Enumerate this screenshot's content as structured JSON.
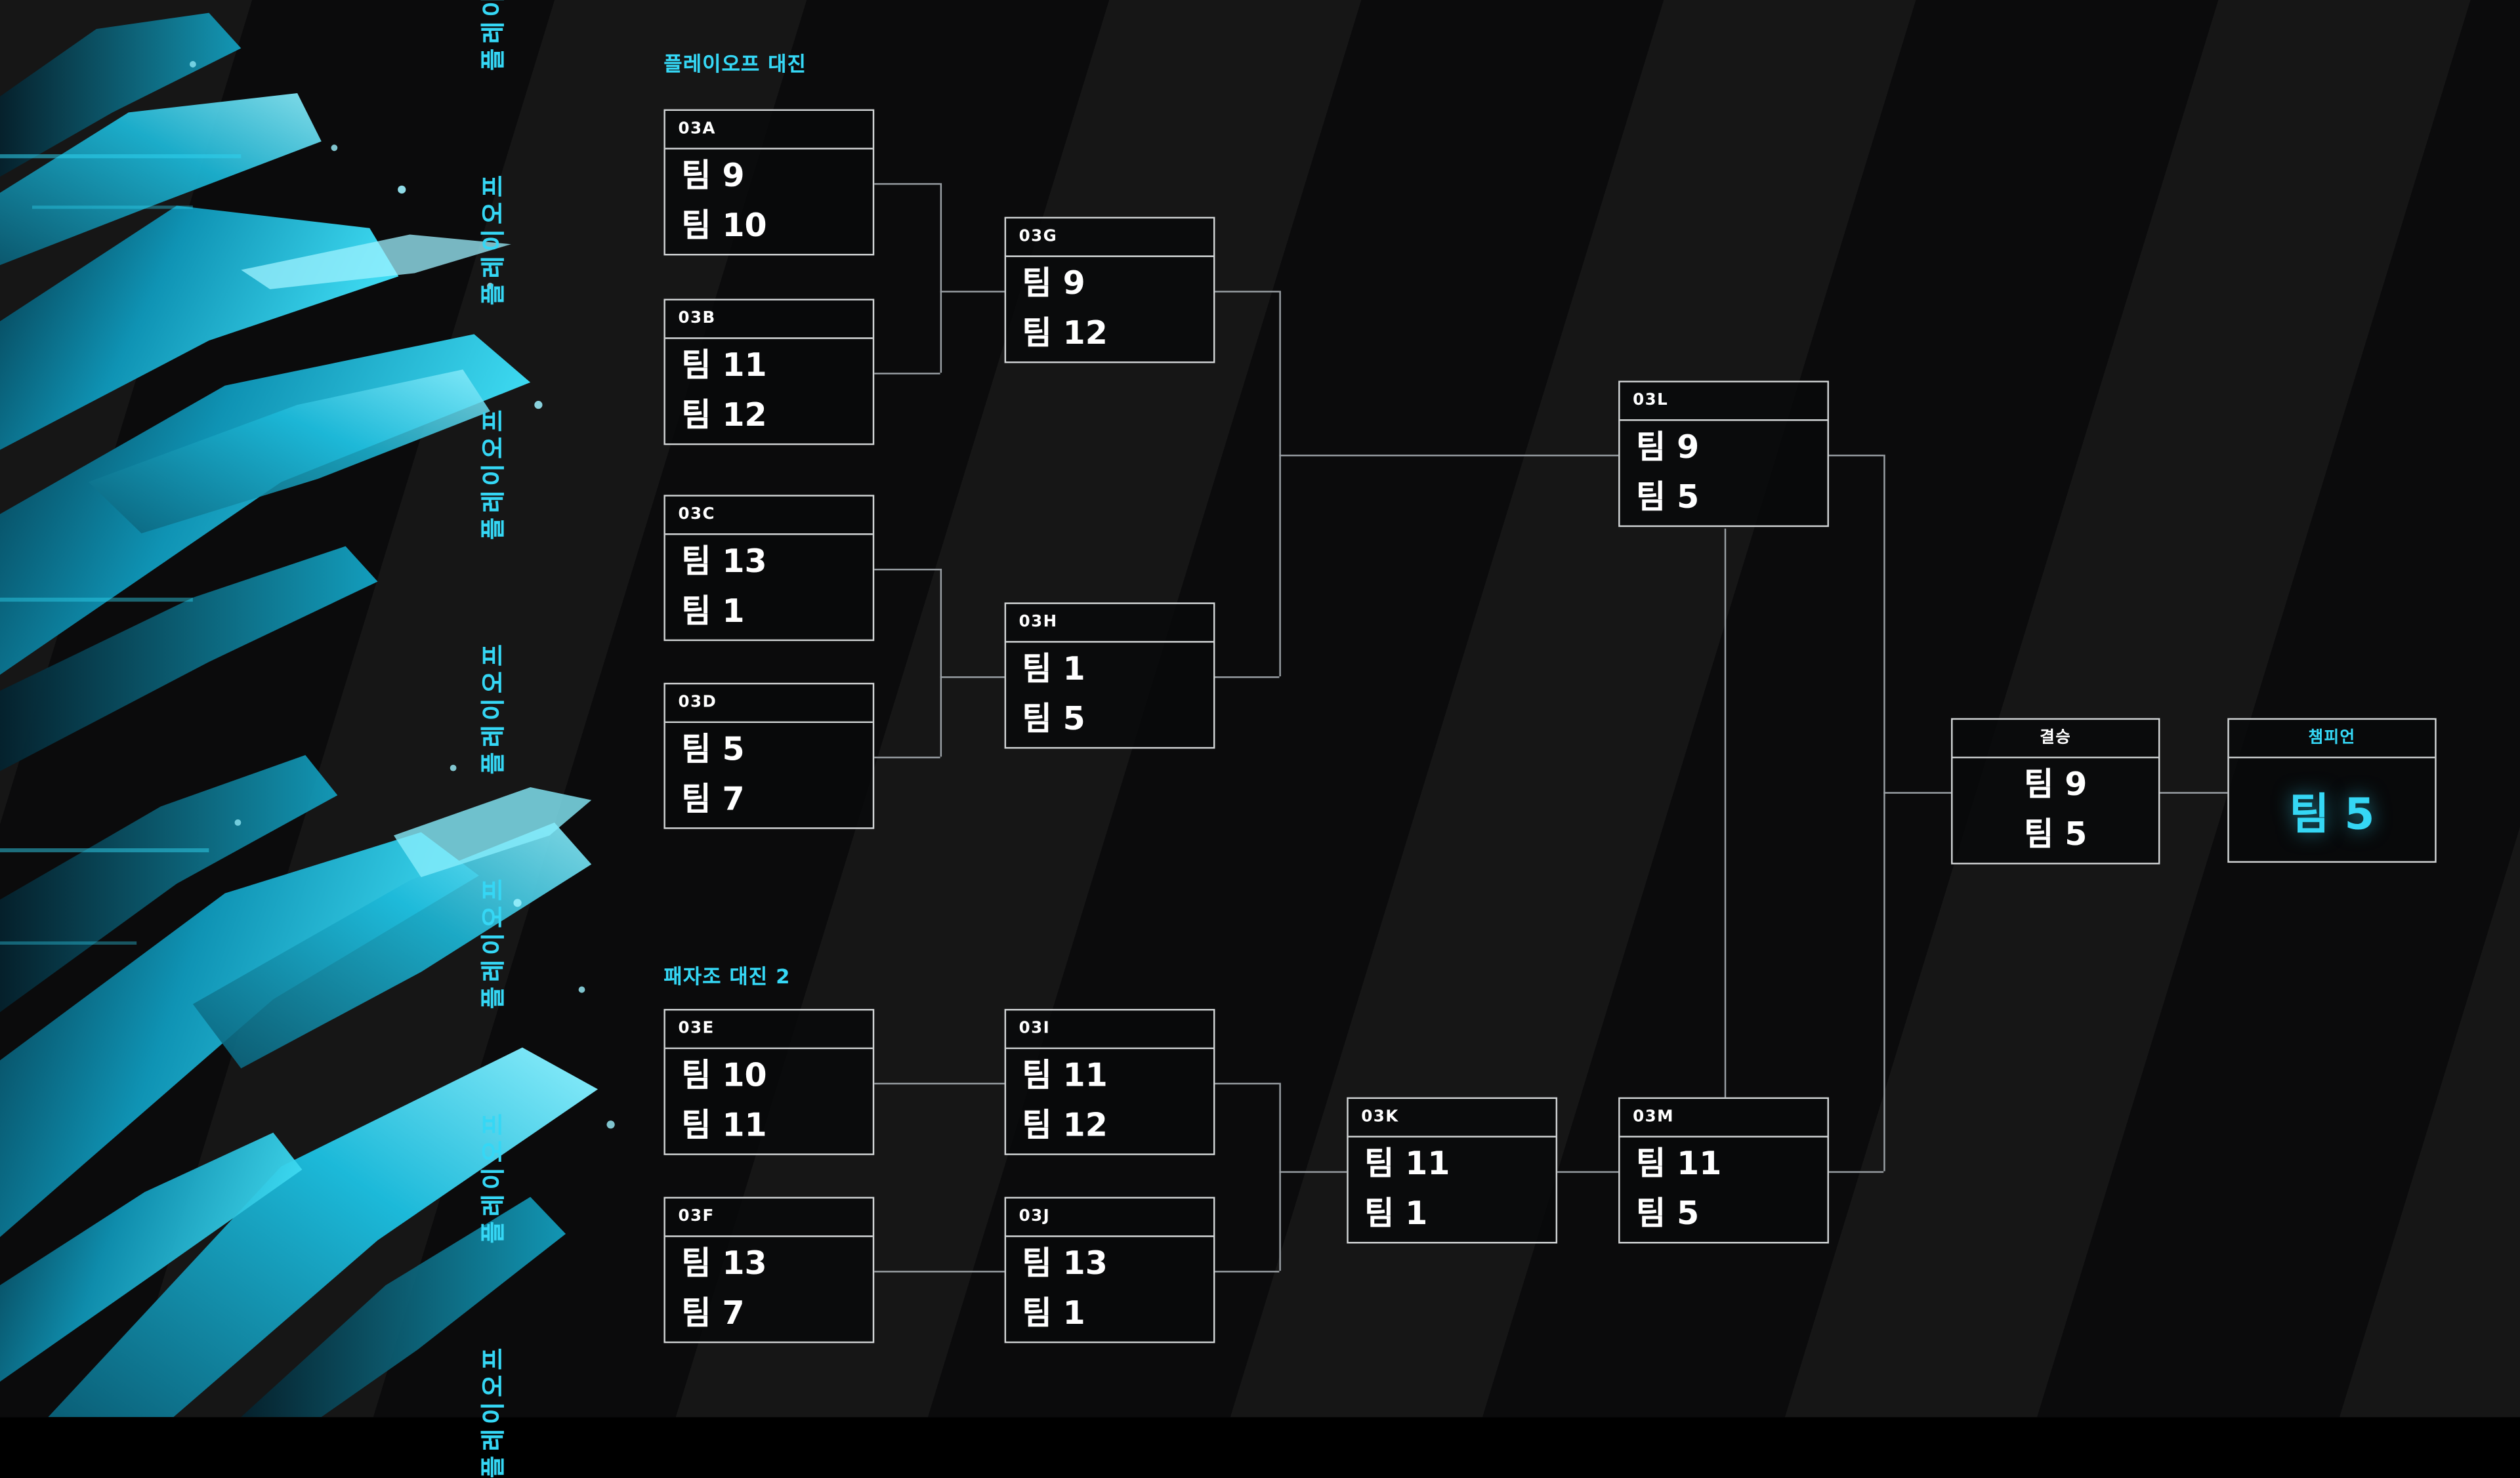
{
  "accent": "#35d7f5",
  "marquee": {
    "text": "플레이오프"
  },
  "upper": {
    "label": "플레이오프 대진",
    "matches": [
      {
        "id": "03A",
        "teams": [
          "팀 9",
          "팀 10"
        ]
      },
      {
        "id": "03B",
        "teams": [
          "팀 11",
          "팀 12"
        ]
      },
      {
        "id": "03C",
        "teams": [
          "팀 13",
          "팀 1"
        ]
      },
      {
        "id": "03D",
        "teams": [
          "팀 5",
          "팀 7"
        ]
      },
      {
        "id": "03G",
        "teams": [
          "팀 9",
          "팀 12"
        ]
      },
      {
        "id": "03H",
        "teams": [
          "팀 1",
          "팀 5"
        ]
      },
      {
        "id": "03L",
        "teams": [
          "팀 9",
          "팀 5"
        ]
      }
    ]
  },
  "lower": {
    "label": "패자조 대진 2",
    "matches": [
      {
        "id": "03E",
        "teams": [
          "팀 10",
          "팀 11"
        ]
      },
      {
        "id": "03F",
        "teams": [
          "팀 13",
          "팀 7"
        ]
      },
      {
        "id": "03I",
        "teams": [
          "팀 11",
          "팀 12"
        ]
      },
      {
        "id": "03J",
        "teams": [
          "팀 13",
          "팀 1"
        ]
      },
      {
        "id": "03K",
        "teams": [
          "팀 11",
          "팀 1"
        ]
      },
      {
        "id": "03M",
        "teams": [
          "팀 11",
          "팀 5"
        ]
      }
    ]
  },
  "final": {
    "label": "결승",
    "teams": [
      "팀 9",
      "팀 5"
    ]
  },
  "champion": {
    "label": "챔피언",
    "team": "팀 5"
  }
}
